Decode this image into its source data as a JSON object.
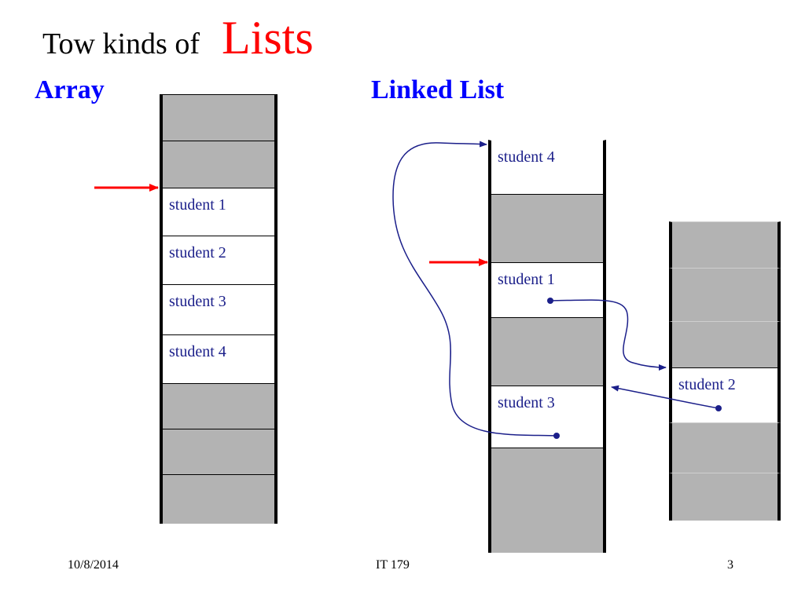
{
  "slide": {
    "title_prefix": "Tow kinds of",
    "title_main": "Lists",
    "array_heading": "Array",
    "linked_heading": "Linked List"
  },
  "array": {
    "cells": [
      "",
      "",
      "student 1",
      "student 2",
      "student 3",
      "student 4",
      "",
      "",
      ""
    ]
  },
  "linked_list": {
    "column1": [
      "student 4",
      "",
      "student 1",
      "",
      "student 3",
      ""
    ],
    "column2": [
      "",
      "student 2",
      ""
    ]
  },
  "colors": {
    "title_accent": "#ff0000",
    "heading": "#0000ff",
    "cell_text": "#1b1f8a",
    "empty_cell": "#b3b3b3",
    "pointer_arrow": "#ff0000",
    "link_arrow": "#1b1f8a"
  },
  "footer": {
    "date": "10/8/2014",
    "course": "IT 179",
    "page": "3"
  }
}
